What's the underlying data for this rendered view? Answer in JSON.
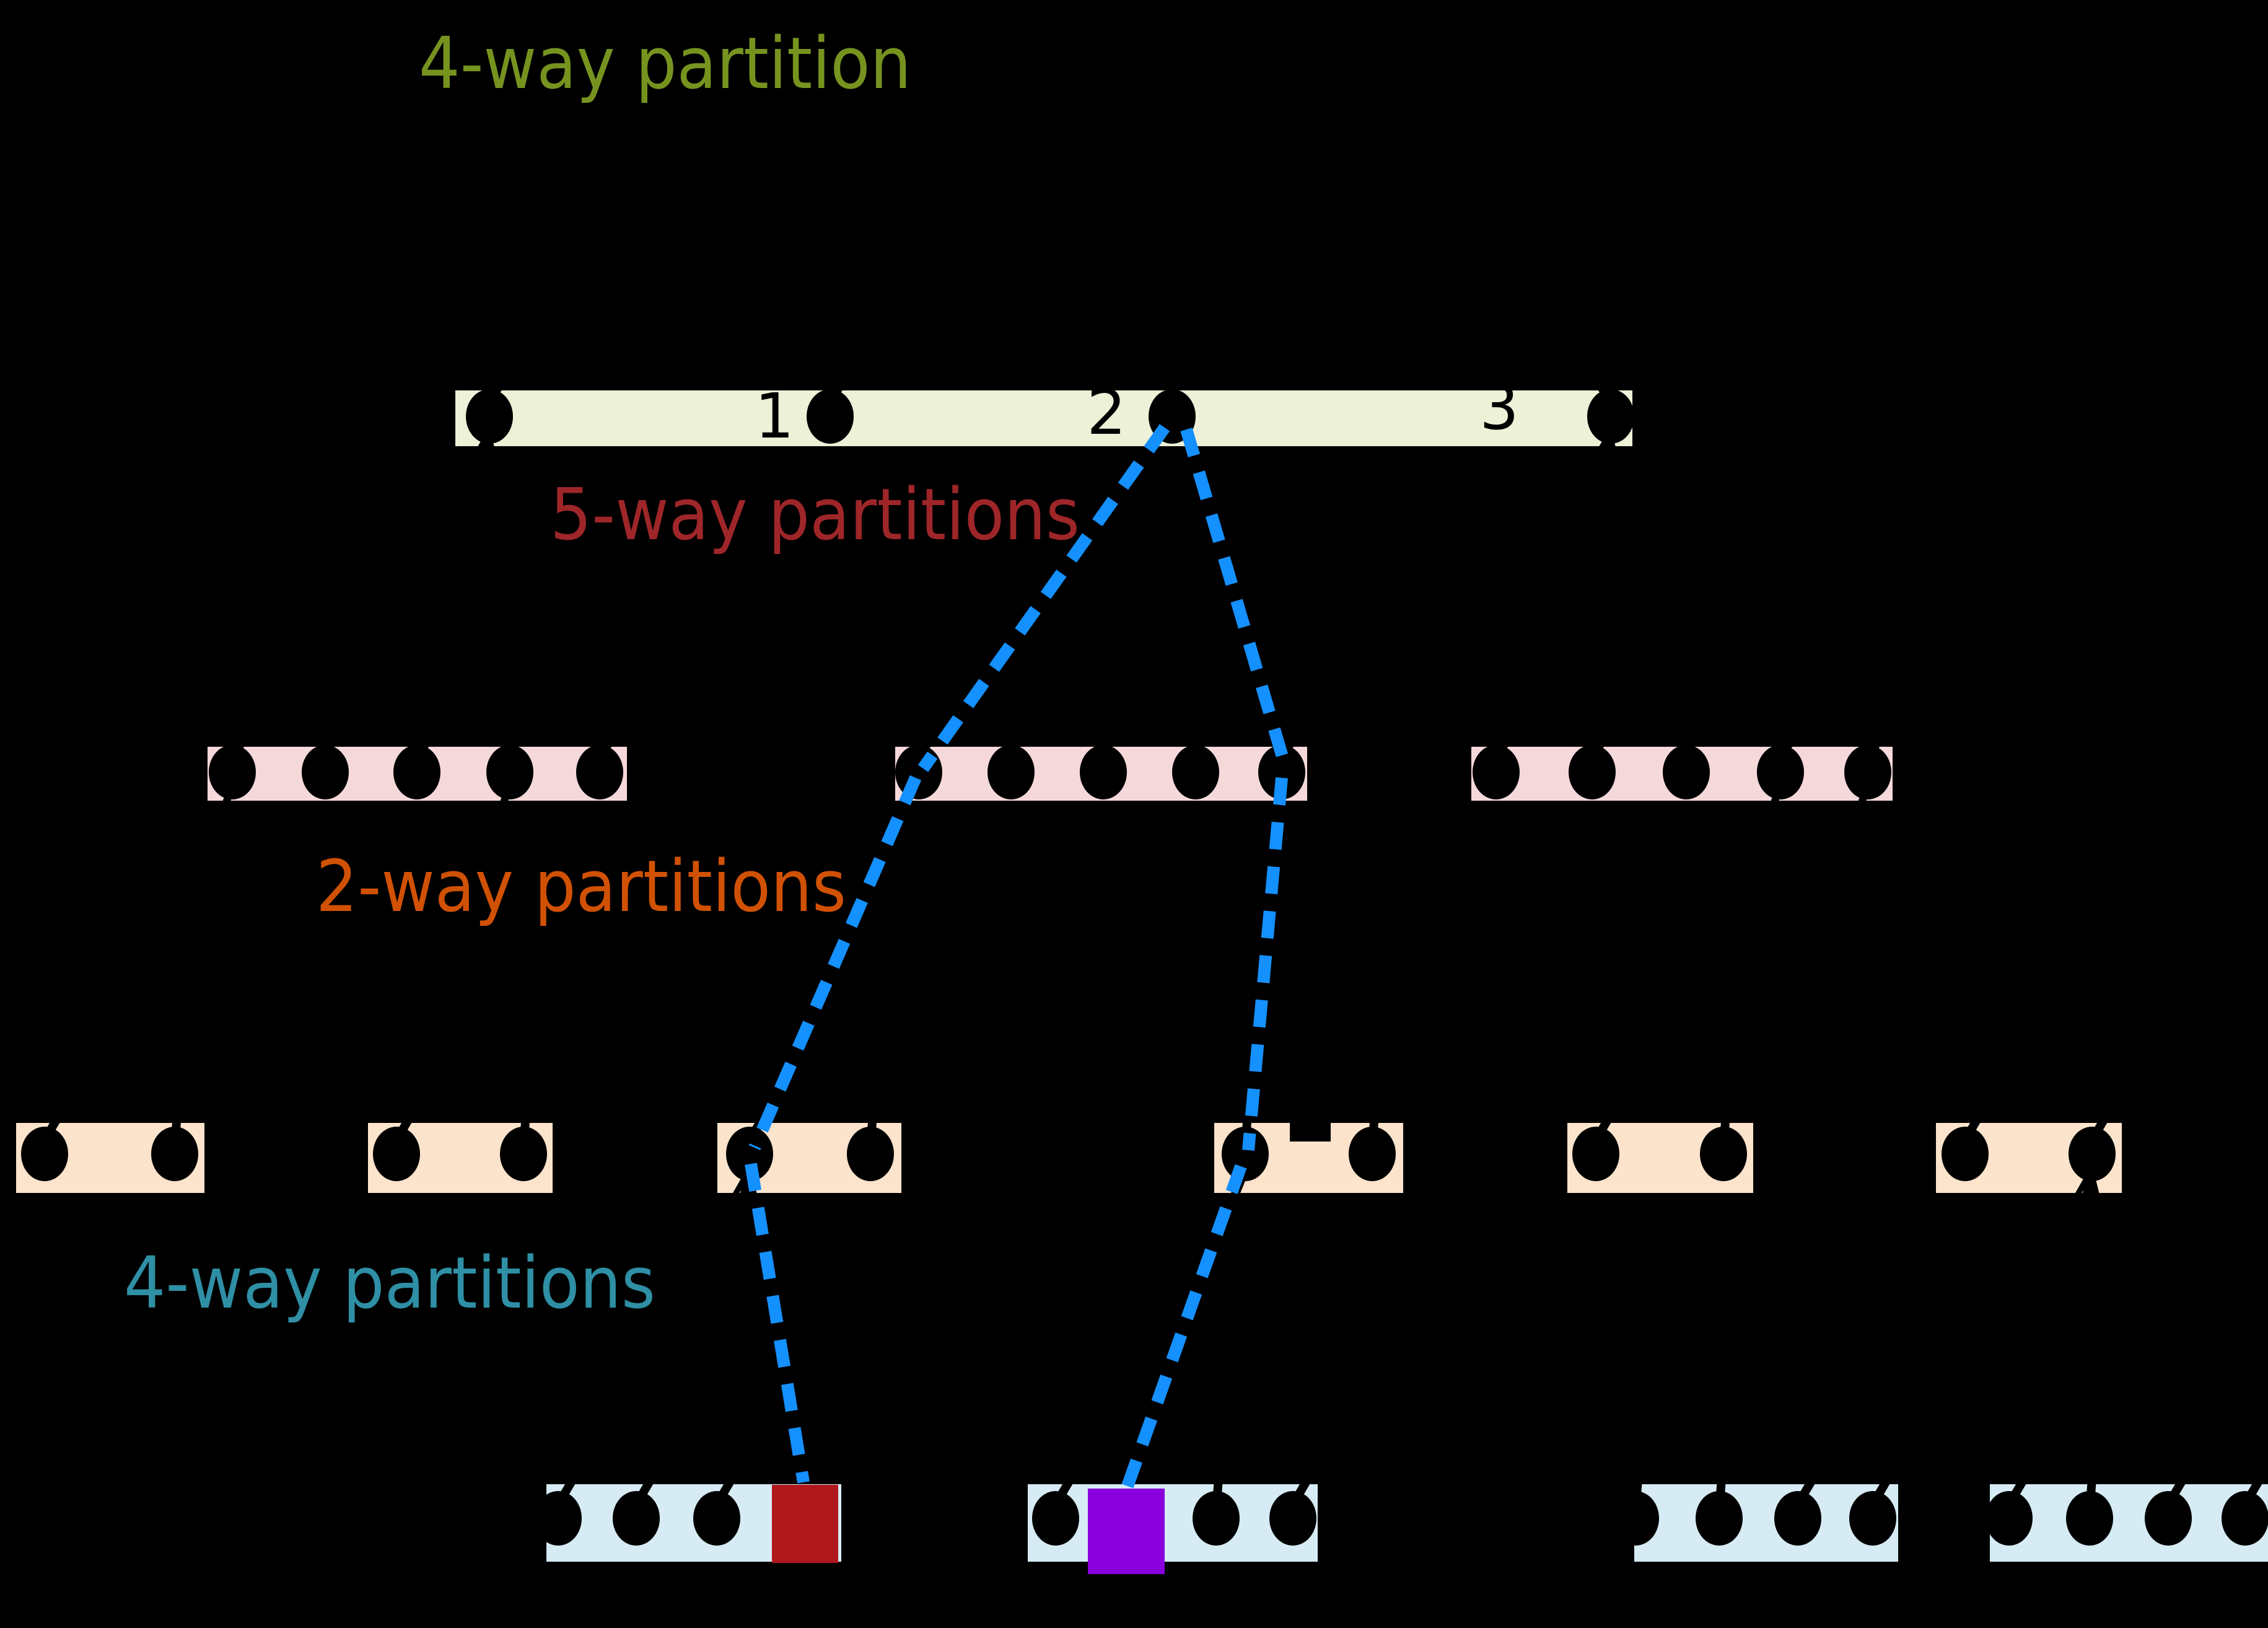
{
  "background": "#000000",
  "labels": {
    "top": {
      "text": "4-way partition",
      "color": "#77931f"
    },
    "five_way": {
      "text": "5-way partitions",
      "color": "#9e2629"
    },
    "two_way": {
      "text": "2-way partitions",
      "color": "#d15104"
    },
    "four_way": {
      "text": "4-way partitions",
      "color": "#2e8fa5"
    }
  },
  "top_bar": {
    "fill": "#ecf1d7",
    "dots": 4,
    "cut_labels": [
      "1",
      "2",
      "3"
    ]
  },
  "partition_rows": [
    {
      "id": "five-way-partitions",
      "fill": "#f5d8d9",
      "bars": [
        {
          "dots": 5
        },
        {
          "dots": 5
        },
        {
          "dots": 5
        }
      ]
    },
    {
      "id": "two-way-partitions",
      "fill": "#fce3cc",
      "bars": [
        {
          "dots": 2
        },
        {
          "dots": 2
        },
        {
          "dots": 2
        },
        {
          "dots": 2
        },
        {
          "dots": 2
        },
        {
          "dots": 2
        }
      ]
    },
    {
      "id": "four-way-partitions",
      "fill": "#d6ebf3",
      "bars": [
        {
          "dots": 3,
          "marker": {
            "shape": "square",
            "color": "#b1181e",
            "slot": 3
          }
        },
        {
          "dots": 3,
          "marker": {
            "shape": "square",
            "color": "#8a00dd",
            "slot": 1
          }
        },
        {
          "dots": 4
        },
        {
          "dots": 4
        }
      ]
    }
  ],
  "connector": {
    "color": "#1590ff",
    "style": "dashed"
  }
}
